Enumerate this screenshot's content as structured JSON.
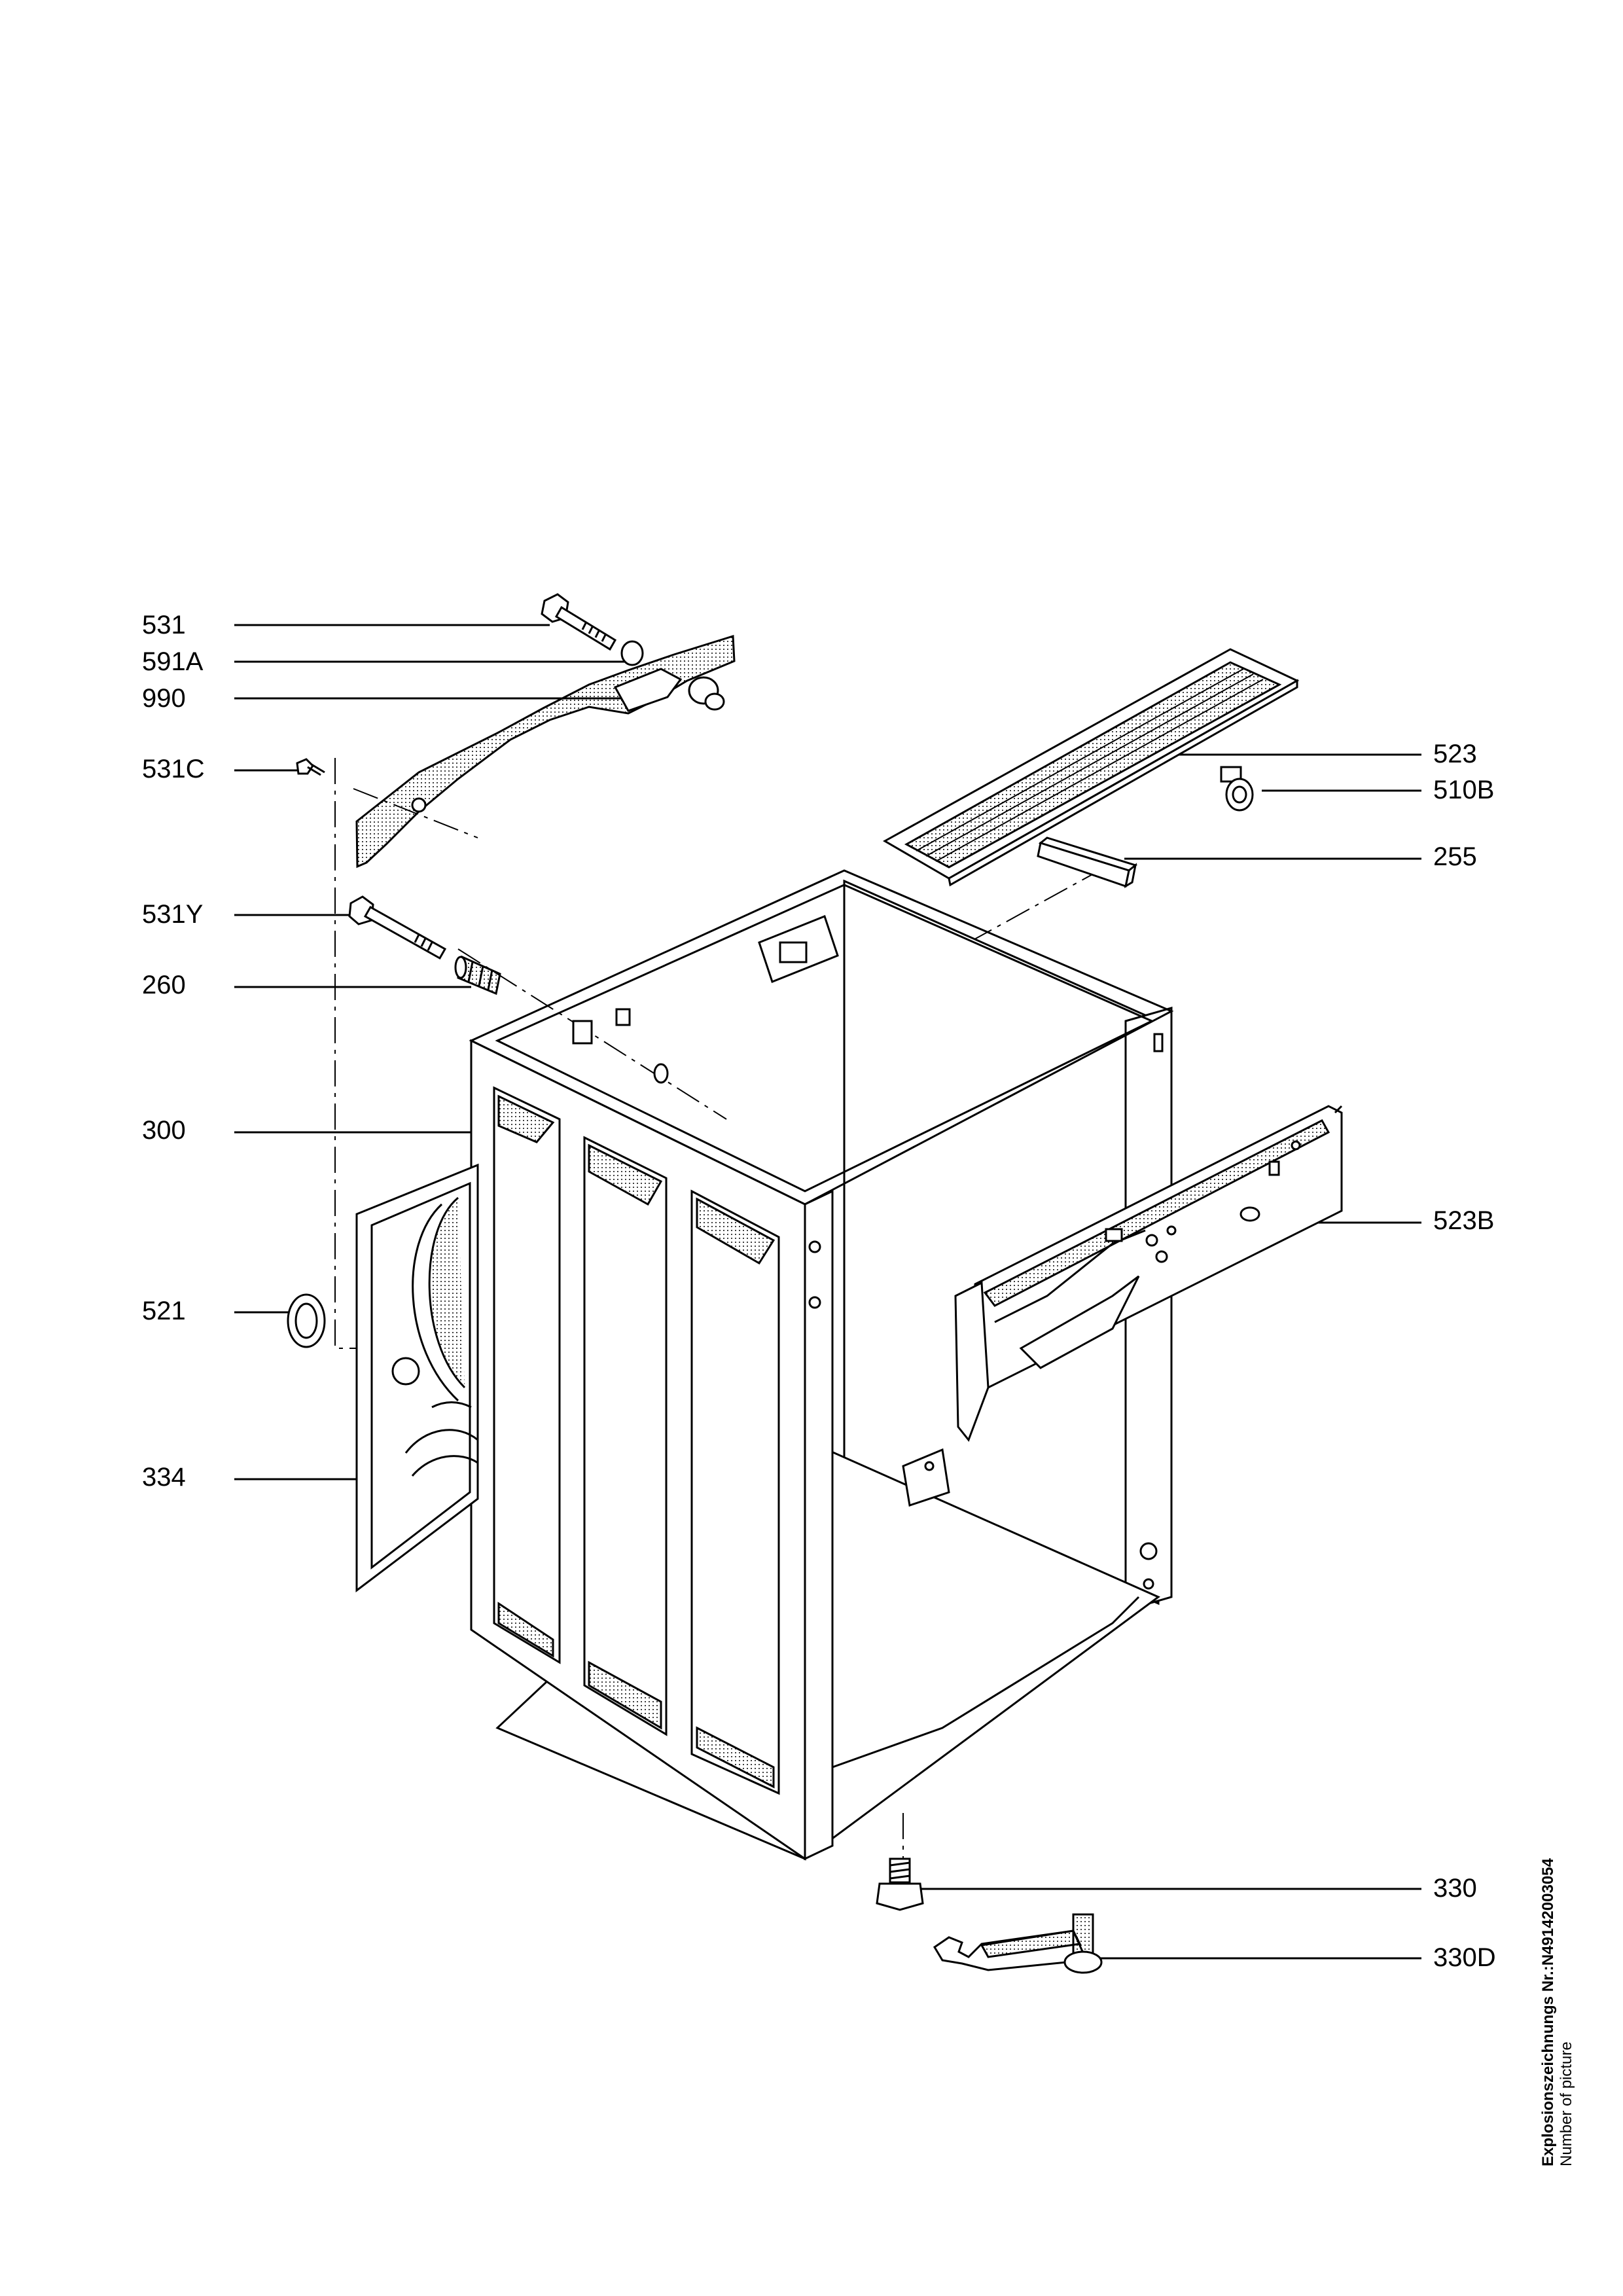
{
  "callouts": {
    "c531": "531",
    "c591A": "591A",
    "c990": "990",
    "c531C": "531C",
    "c531Y": "531Y",
    "c260": "260",
    "c300": "300",
    "c521": "521",
    "c334": "334",
    "c523": "523",
    "c510B": "510B",
    "c255": "255",
    "c523B": "523B",
    "c330": "330",
    "c330D": "330D"
  },
  "caption": {
    "title": "Explosionszeichnungs Nr.:N4914200305​4",
    "subtitle": "Number of picture"
  },
  "colors": {
    "ink": "#000000",
    "paper": "#ffffff"
  }
}
